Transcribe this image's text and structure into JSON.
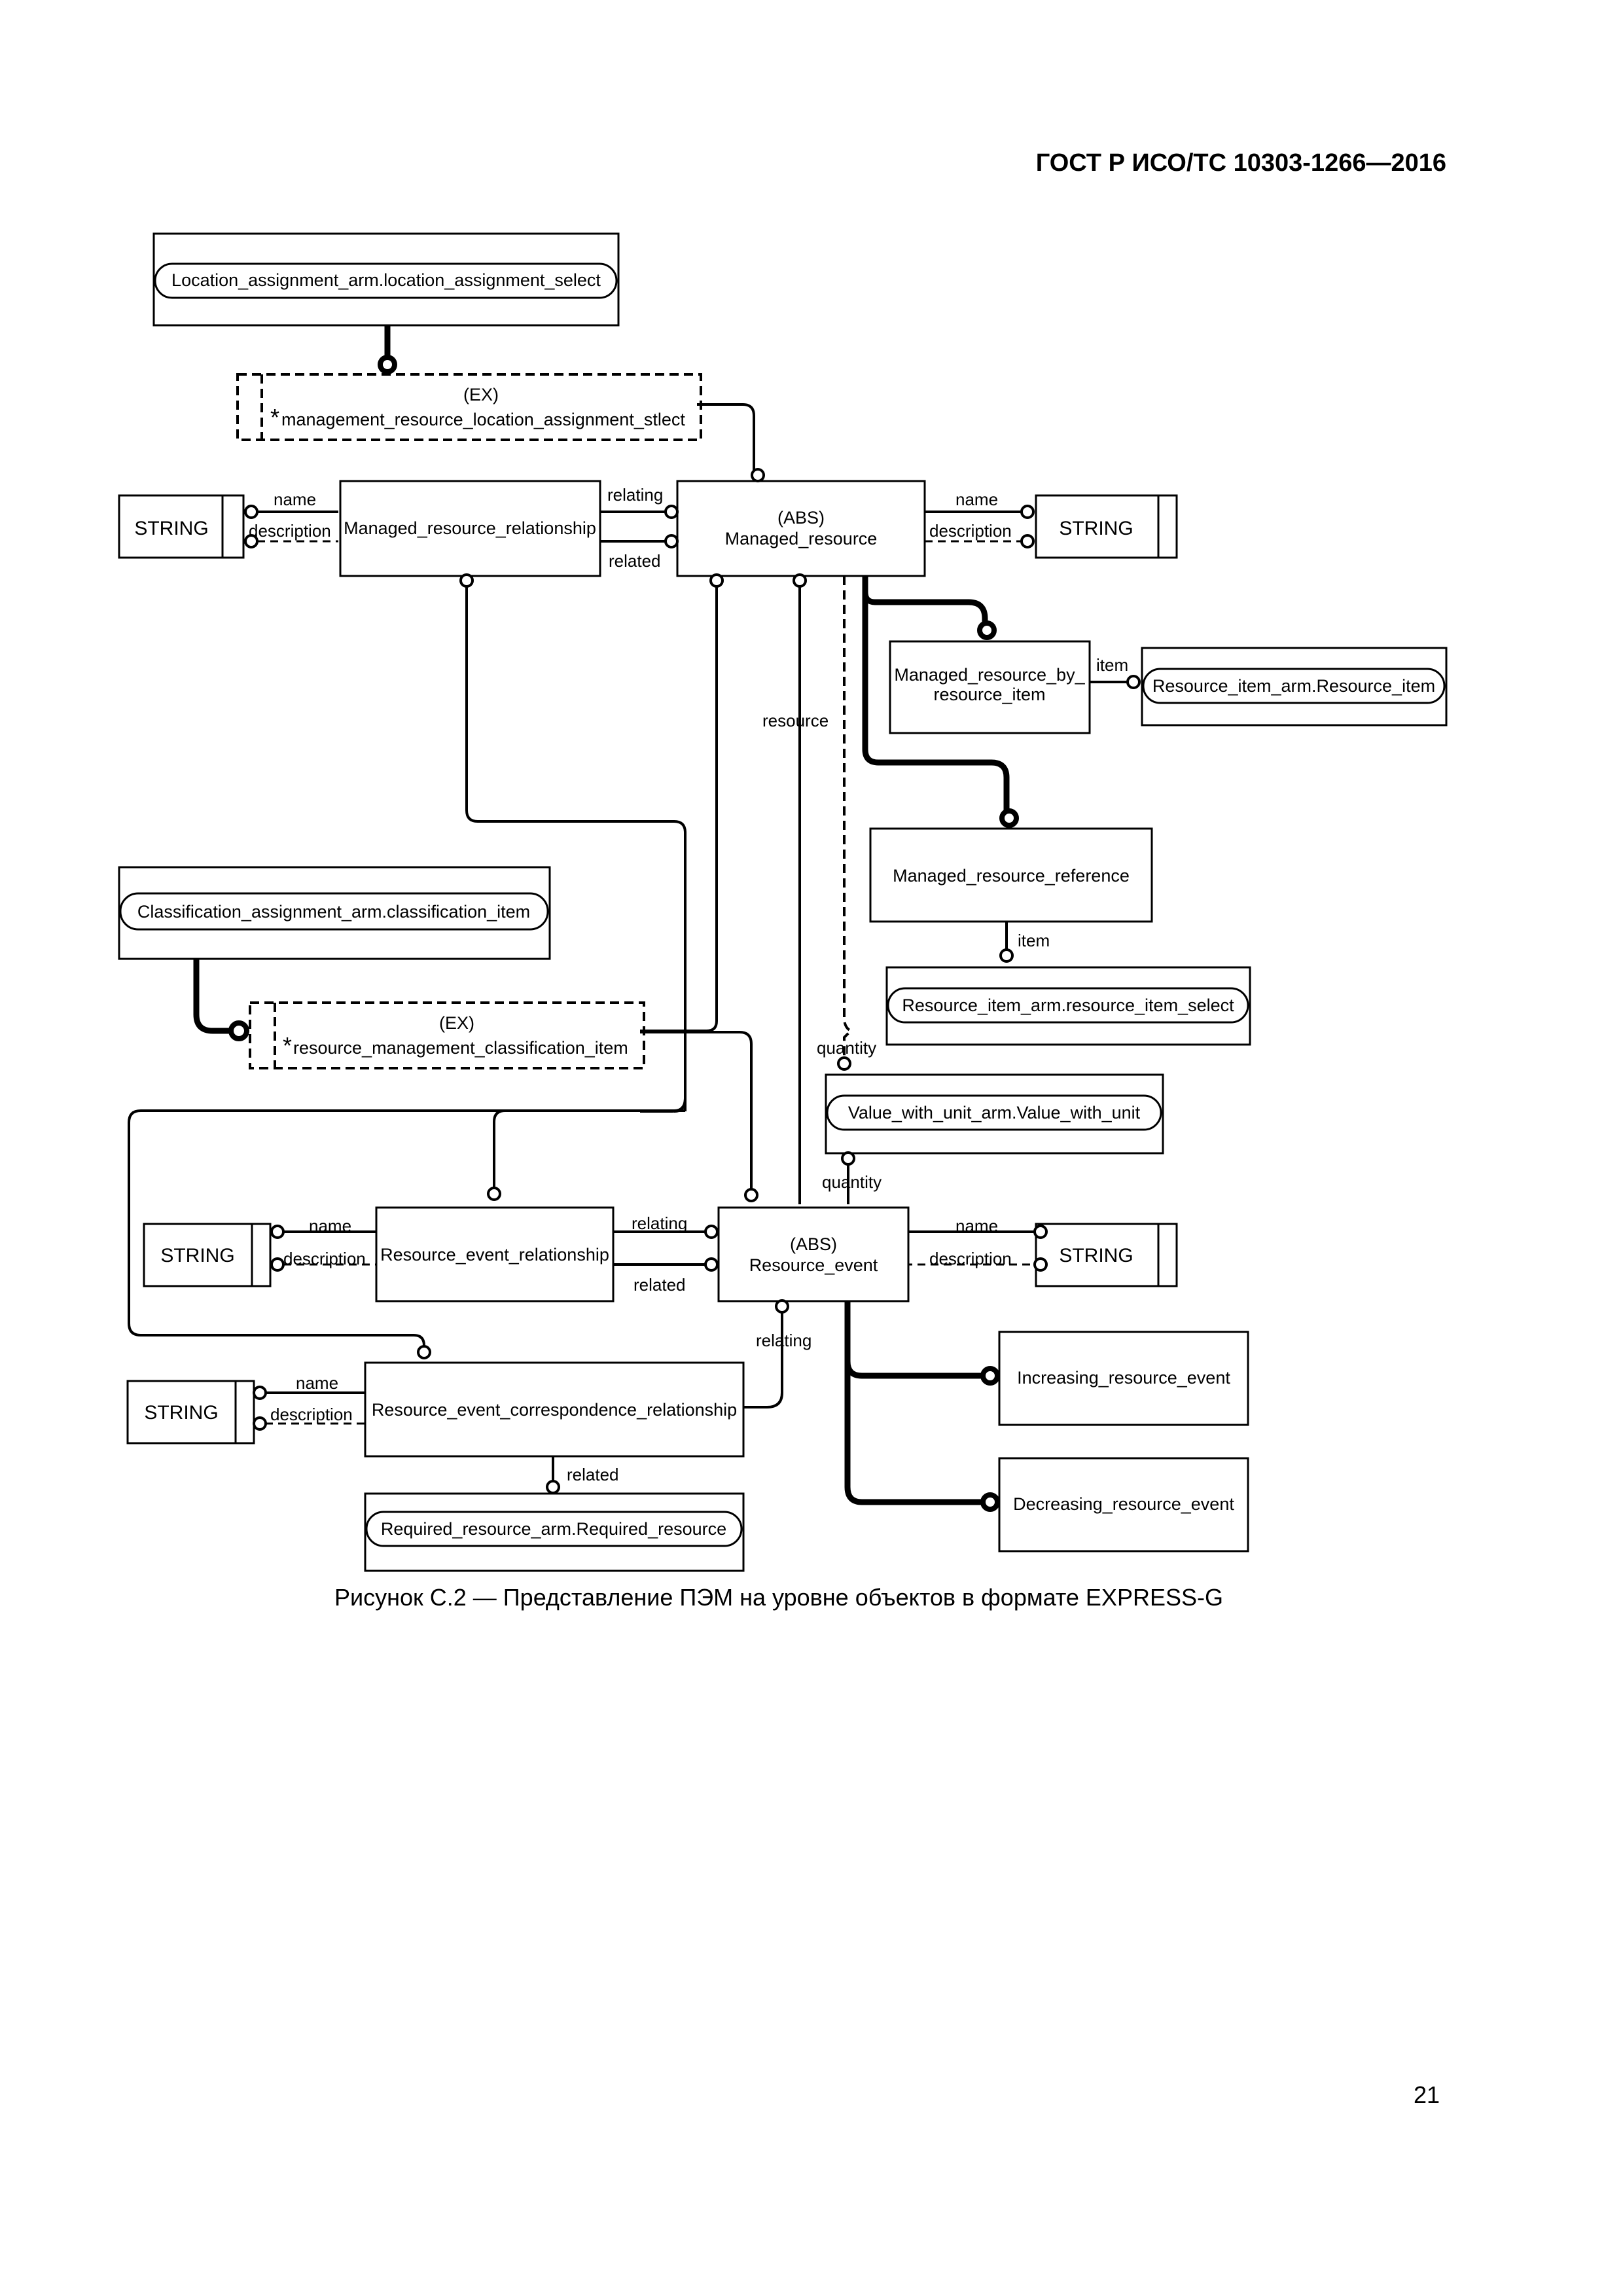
{
  "header": {
    "title": "ГОСТ Р ИСО/ТС 10303-1266—2016"
  },
  "caption": "Рисунок С.2 — Представление ПЭМ на уровне объектов в формате EXPRESS-G",
  "page_number": "21",
  "nodes": {
    "location_select": "Location_assignment_arm.location_assignment_select",
    "mgmt_loc_ex": "(EX)",
    "mgmt_loc_star": "*",
    "mgmt_loc_name": "management_resource_location_assignment_stlect",
    "mr_relationship": "Managed_resource_relationship",
    "managed_resource_abs": "(ABS)",
    "managed_resource": "Managed_resource",
    "string_1": "STRING",
    "string_2": "STRING",
    "mr_by_item_1": "Managed_resource_by_",
    "mr_by_item_2": "resource_item",
    "resource_item": "Resource_item_arm.Resource_item",
    "mr_reference": "Managed_resource_reference",
    "resource_item_select": "Resource_item_arm.resource_item_select",
    "classification_item": "Classification_assignment_arm.classification_item",
    "rm_class_ex": "(EX)",
    "rm_class_star": "*",
    "rm_class_name": "resource_management_classification_item",
    "value_with_unit": "Value_with_unit_arm.Value_with_unit",
    "string_3": "STRING",
    "re_relationship": "Resource_event_relationship",
    "resource_event_abs": "(ABS)",
    "resource_event": "Resource_event",
    "string_4": "STRING",
    "string_5": "STRING",
    "rec_relationship": "Resource_event_correspondence_relationship",
    "increasing_event": "Increasing_resource_event",
    "decreasing_event": "Decreasing_resource_event",
    "required_resource": "Required_resource_arm.Required_resource"
  },
  "labels": {
    "name_1": "name",
    "description_1": "description",
    "relating_1": "relating",
    "related_1": "related",
    "name_2": "name",
    "description_2": "description",
    "item_1": "item",
    "item_2": "item",
    "resource": "resource",
    "quantity_1": "quantity",
    "quantity_2": "quantity",
    "name_3": "name",
    "description_3": "description",
    "relating_2": "relating",
    "related_2": "related",
    "name_4": "name",
    "description_4": "description",
    "relating_3": "relating",
    "name_5": "name",
    "description_5": "description",
    "related_3": "related"
  }
}
